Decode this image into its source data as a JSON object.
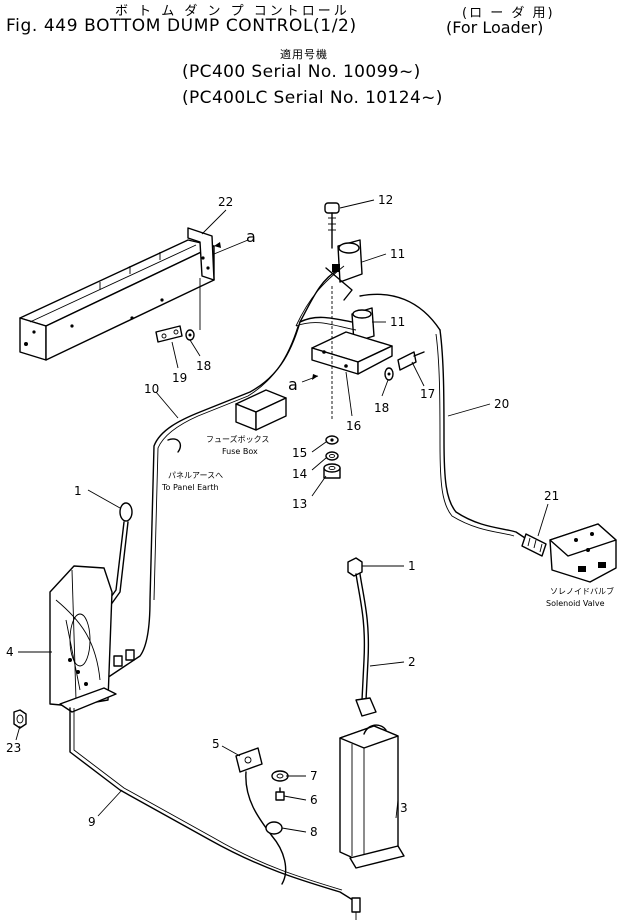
{
  "header": {
    "jp_title": "ボ ト ム ダ ン プ コントロール",
    "title": "Fig. 449 BOTTOM DUMP CONTROL(1/2)",
    "jp_loader": "(ロ ー ダ 用)",
    "for_loader": "(For Loader)",
    "jp_applicable": "適用号機",
    "serial_line1": "(PC400    Serial No. 10099~)",
    "serial_line2": "(PC400LC Serial No. 10124~)"
  },
  "annotations": {
    "fuse_box_jp": "フューズボックス",
    "fuse_box_en": "Fuse Box",
    "panel_earth_jp": "パネルアースへ",
    "panel_earth_en": "To Panel Earth",
    "solenoid_jp": "ソレノイドバルブ",
    "solenoid_en": "Solenoid Valve",
    "ref_a1": "a",
    "ref_a2": "a"
  },
  "callouts": {
    "c1a": "1",
    "c1b": "1",
    "c2": "2",
    "c3": "3",
    "c4": "4",
    "c5": "5",
    "c6": "6",
    "c7": "7",
    "c8": "8",
    "c9": "9",
    "c10": "10",
    "c11a": "11",
    "c11b": "11",
    "c12": "12",
    "c13": "13",
    "c14": "14",
    "c15": "15",
    "c16": "16",
    "c17": "17",
    "c18a": "18",
    "c18b": "18",
    "c19": "19",
    "c20": "20",
    "c21": "21",
    "c22": "22",
    "c23": "23"
  }
}
